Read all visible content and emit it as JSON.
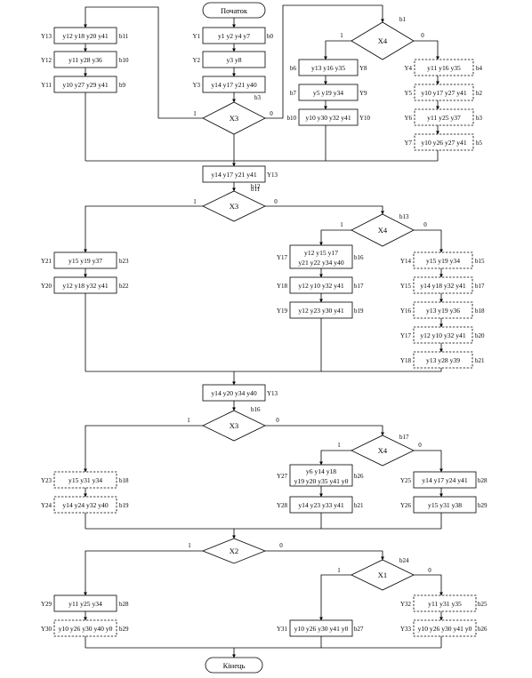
{
  "terminals": {
    "start": "Початок",
    "end": "Кінець"
  },
  "conditions": {
    "d1": {
      "label": "X3",
      "yes": "1",
      "no": "0"
    },
    "d2": {
      "label": "X4",
      "mark": "b1",
      "yes": "1",
      "no": "0"
    },
    "d3": {
      "label": "X3",
      "yes": "1",
      "no": "0",
      "mark": "b11"
    },
    "d4": {
      "label": "X4",
      "mark": "b13",
      "yes": "1",
      "no": "0"
    },
    "d5": {
      "label": "X3",
      "mark": "b16",
      "yes": "1",
      "no": "0"
    },
    "d6": {
      "label": "X4",
      "mark": "b17",
      "yes": "1",
      "no": "0"
    },
    "d7": {
      "label": "X2",
      "yes": "1",
      "no": "0"
    },
    "d8": {
      "label": "X1",
      "mark": "b24",
      "yes": "1",
      "no": "0"
    }
  },
  "blocks": {
    "L1": {
      "text": "y12 y18 y20 y41",
      "label": "Y13",
      "mark": "b11"
    },
    "L2": {
      "text": "y11 y28 y36",
      "label": "Y12",
      "mark": "b10"
    },
    "L3": {
      "text": "y10 y27 y29 y41",
      "label": "Y11",
      "mark": "b9"
    },
    "C1": {
      "text": "y1 y2 y4 y7",
      "label": "Y1",
      "mark": "b0"
    },
    "C2": {
      "text": "y3 y8",
      "label": "Y2"
    },
    "C3": {
      "text": "y14 y17 y21 y40",
      "label": "Y3",
      "mark": "b3"
    },
    "M1": {
      "text": "y13 y16 y35",
      "label": "Y8",
      "mark": "b6"
    },
    "M2": {
      "text": "y5 y19 y34",
      "label": "Y9",
      "mark": "b7"
    },
    "M3": {
      "text": "y10 y30 y32 y41",
      "label": "Y10",
      "mark": "b10"
    },
    "R1": {
      "text": "y11 y16 y35",
      "label": "Y4",
      "mark": "b4"
    },
    "R2": {
      "text": "y10 y17 y27 y41",
      "label": "Y5",
      "mark": "b2"
    },
    "R3": {
      "text": "y11 y25 y37",
      "label": "Y6",
      "mark": "b3"
    },
    "R4": {
      "text": "y10 y26 y27 y41",
      "label": "Y7",
      "mark": "b5"
    },
    "J1": {
      "text": "y14 y17 y21 y41",
      "label": "Y13",
      "mark": "b12"
    },
    "P1": {
      "text": "y15 y19 y37",
      "label": "Y21",
      "mark": "b23"
    },
    "P2": {
      "text": "y12 y18 y32 y41",
      "label": "Y20",
      "mark": "b22"
    },
    "Q1a": {
      "text": "y12 y15 y17",
      "label": "Y17",
      "mark": "b16"
    },
    "Q1b": {
      "text": "y21 y22 y34 y40"
    },
    "Q2": {
      "text": "y12 y10 y32 y41",
      "label": "Y18",
      "mark": "b17"
    },
    "Q3": {
      "text": "y12 y23 y30 y41",
      "label": "Y19",
      "mark": "b19"
    },
    "S1": {
      "text": "y15 y19 y34",
      "label": "Y14",
      "mark": "b15"
    },
    "S2": {
      "text": "y14 y18 y32 y41",
      "label": "Y15",
      "mark": "b17"
    },
    "S3": {
      "text": "y13 y19 y36",
      "label": "Y16",
      "mark": "b18"
    },
    "S4": {
      "text": "y12 y10 y32 y41",
      "label": "Y17",
      "mark": "b20"
    },
    "S5": {
      "text": "y13 y28 y39",
      "label": "Y18",
      "mark": "b21"
    },
    "J2": {
      "text": "y14 y20 y34 y40",
      "label": "Y13"
    },
    "T1": {
      "text": "y15 y31 y34",
      "label": "Y23",
      "mark": "b18"
    },
    "T2": {
      "text": "y14 y24 y32 y40",
      "label": "Y24",
      "mark": "b19"
    },
    "U1a": {
      "text": "y6 y14 y18",
      "label": "Y27",
      "mark": "b26"
    },
    "U1b": {
      "text": "y19 y20 y35 y41 y0"
    },
    "U2": {
      "text": "y14 y23 y33 y41",
      "label": "Y28",
      "mark": "b21"
    },
    "V1": {
      "text": "y14 y17 y24 y41",
      "label": "Y25",
      "mark": "b28"
    },
    "V2": {
      "text": "y15 y31 y38",
      "label": "Y26",
      "mark": "b29"
    },
    "W1": {
      "text": "y11 y25 y34",
      "label": "Y29",
      "mark": "b28"
    },
    "W2": {
      "text": "y10 y26 y30 y40 y0",
      "label": "Y30",
      "mark": "b29"
    },
    "X1": {
      "text": "y10 y26 y30 y41 y0",
      "label": "Y31",
      "mark": "b27"
    },
    "Z1": {
      "text": "y11 y31 y35",
      "label": "Y32",
      "mark": "b25"
    },
    "Z2": {
      "text": "y10 y26 y30 y41 y0",
      "label": "Y33",
      "mark": "b26"
    }
  }
}
